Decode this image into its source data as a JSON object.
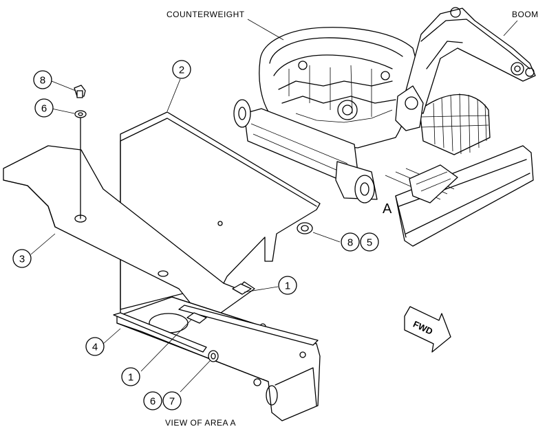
{
  "labels": {
    "counterweight": "COUNTERWEIGHT",
    "boom": "BOOM",
    "area": "A",
    "view_caption": "VIEW OF AREA A",
    "forward": "FWD"
  },
  "callouts": {
    "bolt_top": "8",
    "washer_top": "6",
    "guard_top": "2",
    "plate_left": "3",
    "bolt_right_a": "8",
    "bolt_right_b": "5",
    "strip_right": "1",
    "bracket_left": "4",
    "strip_lower": "1",
    "washer_bottom": "6",
    "nut_bottom": "7"
  }
}
